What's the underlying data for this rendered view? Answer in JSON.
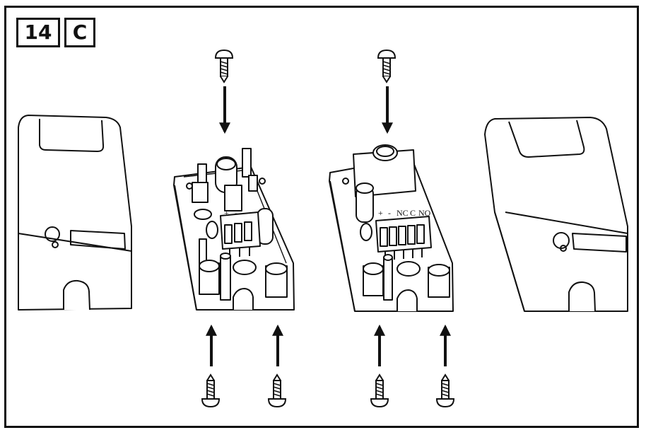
{
  "figure": {
    "number": "14",
    "letter": "C"
  },
  "left_board": {
    "terminal_labels": [
      "+",
      "-"
    ]
  },
  "right_board": {
    "terminal_labels": [
      "+",
      "-",
      "NC",
      "C",
      "NO"
    ]
  },
  "colors": {
    "line": "#111111",
    "fill": "#ffffff",
    "shade": "#f2f2f2"
  }
}
